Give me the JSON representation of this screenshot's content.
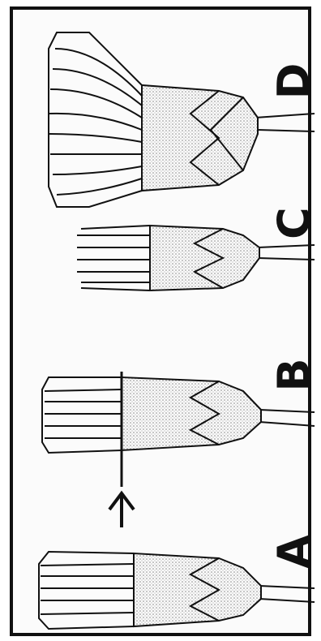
{
  "figure": {
    "panels": [
      {
        "id": "panel-a",
        "label": "A"
      },
      {
        "id": "panel-b",
        "label": "B"
      },
      {
        "id": "panel-c",
        "label": "C"
      },
      {
        "id": "panel-d",
        "label": "D"
      }
    ],
    "colors": {
      "ink": "#111111",
      "stipple": "#bfbfbf",
      "paper": "#fbfbfb"
    }
  }
}
